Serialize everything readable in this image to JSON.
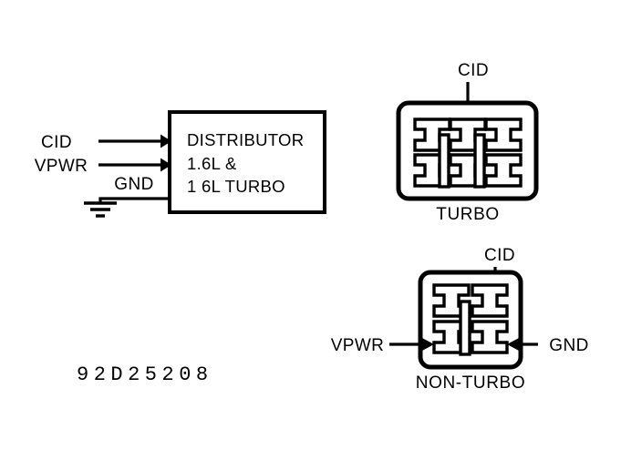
{
  "diagram": {
    "part_number": "92D25208",
    "distributor_box": {
      "line1": "DISTRIBUTOR",
      "line2": "1.6L &",
      "line3": "1 6L TURBO"
    },
    "input_labels": {
      "cid": "CID",
      "vpwr": "VPWR",
      "gnd": "GND"
    },
    "turbo_connector": {
      "caption": "TURBO",
      "pin_label_cid": "CID",
      "terminal_count": 6,
      "divider_count": 2
    },
    "nonturbo_connector": {
      "caption": "NON-TURBO",
      "pin_label_cid": "CID",
      "pin_label_vpwr": "VPWR",
      "pin_label_gnd": "GND",
      "terminal_count": 4,
      "divider_count": 1
    },
    "colors": {
      "ink": "#000000",
      "paper": "#ffffff"
    }
  }
}
